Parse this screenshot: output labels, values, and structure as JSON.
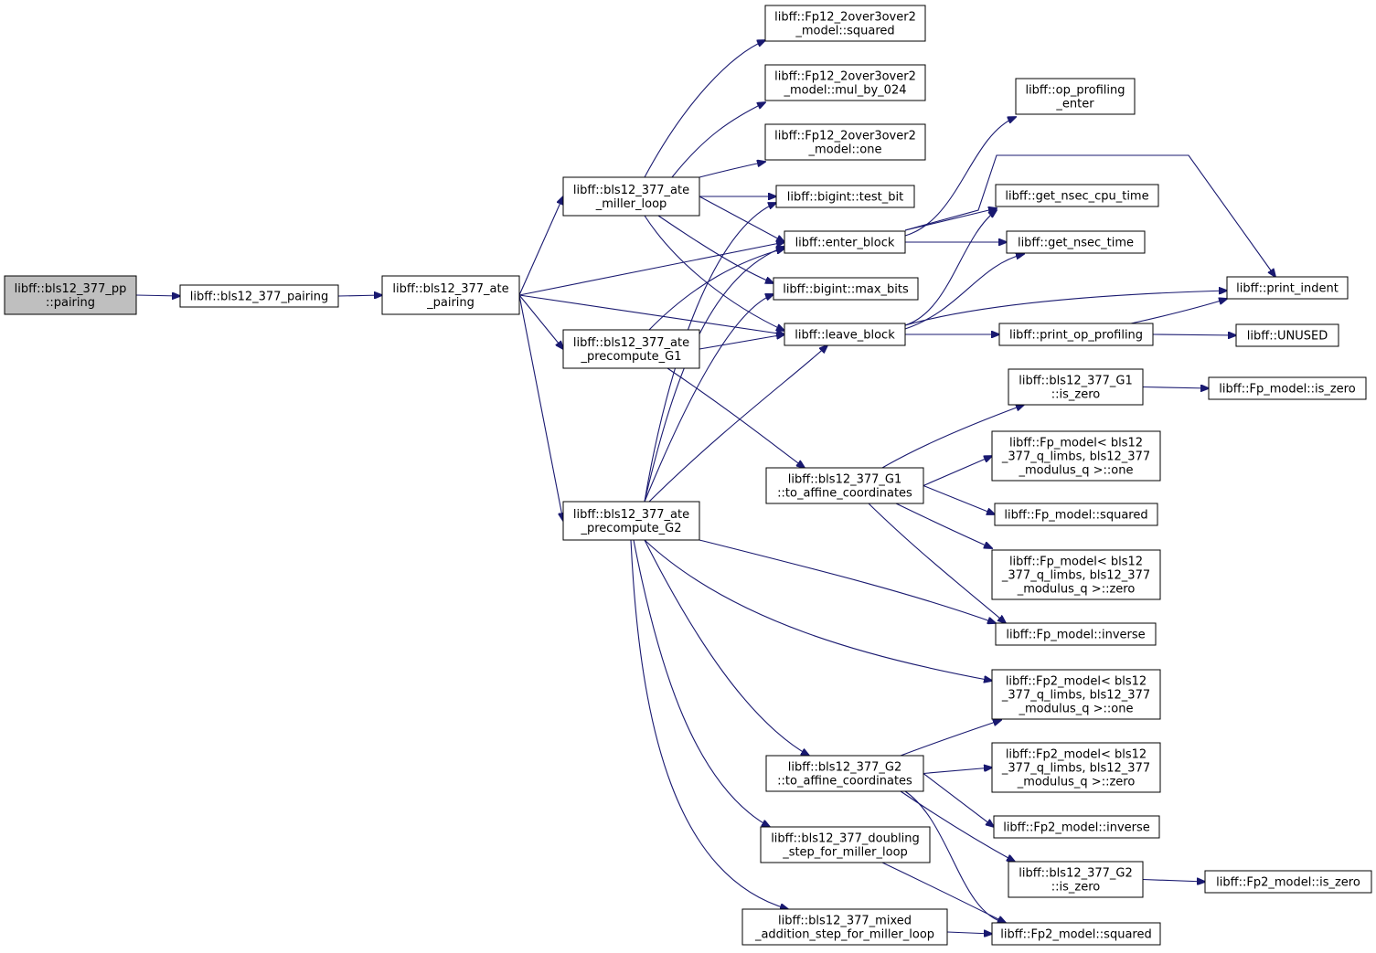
{
  "graph": {
    "nodes": [
      {
        "id": "pairing_pp",
        "lines": [
          "libff::bls12_377_pp",
          "::pairing"
        ],
        "root": true
      },
      {
        "id": "pairing",
        "lines": [
          "libff::bls12_377_pairing"
        ]
      },
      {
        "id": "ate_pairing",
        "lines": [
          "libff::bls12_377_ate",
          "_pairing"
        ]
      },
      {
        "id": "miller_loop",
        "lines": [
          "libff::bls12_377_ate",
          "_miller_loop"
        ]
      },
      {
        "id": "precompute_g1",
        "lines": [
          "libff::bls12_377_ate",
          "_precompute_G1"
        ]
      },
      {
        "id": "precompute_g2",
        "lines": [
          "libff::bls12_377_ate",
          "_precompute_G2"
        ]
      },
      {
        "id": "fp12_squared",
        "lines": [
          "libff::Fp12_2over3over2",
          "_model::squared"
        ]
      },
      {
        "id": "fp12_mul_by_024",
        "lines": [
          "libff::Fp12_2over3over2",
          "_model::mul_by_024"
        ]
      },
      {
        "id": "fp12_one",
        "lines": [
          "libff::Fp12_2over3over2",
          "_model::one"
        ]
      },
      {
        "id": "test_bit",
        "lines": [
          "libff::bigint::test_bit"
        ]
      },
      {
        "id": "enter_block",
        "lines": [
          "libff::enter_block"
        ]
      },
      {
        "id": "max_bits",
        "lines": [
          "libff::bigint::max_bits"
        ]
      },
      {
        "id": "leave_block",
        "lines": [
          "libff::leave_block"
        ]
      },
      {
        "id": "g1_to_affine",
        "lines": [
          "libff::bls12_377_G1",
          "::to_affine_coordinates"
        ]
      },
      {
        "id": "g2_to_affine",
        "lines": [
          "libff::bls12_377_G2",
          "::to_affine_coordinates"
        ]
      },
      {
        "id": "doubling_step",
        "lines": [
          "libff::bls12_377_doubling",
          "_step_for_miller_loop"
        ]
      },
      {
        "id": "mixed_addition",
        "lines": [
          "libff::bls12_377_mixed",
          "_addition_step_for_miller_loop"
        ]
      },
      {
        "id": "op_profiling_enter",
        "lines": [
          "libff::op_profiling",
          "_enter"
        ]
      },
      {
        "id": "nsec_cpu_time",
        "lines": [
          "libff::get_nsec_cpu_time"
        ]
      },
      {
        "id": "nsec_time",
        "lines": [
          "libff::get_nsec_time"
        ]
      },
      {
        "id": "print_indent",
        "lines": [
          "libff::print_indent"
        ]
      },
      {
        "id": "print_op_profiling",
        "lines": [
          "libff::print_op_profiling"
        ]
      },
      {
        "id": "unused",
        "lines": [
          "libff::UNUSED"
        ]
      },
      {
        "id": "g1_is_zero",
        "lines": [
          "libff::bls12_377_G1",
          "::is_zero"
        ]
      },
      {
        "id": "fp_is_zero",
        "lines": [
          "libff::Fp_model::is_zero"
        ]
      },
      {
        "id": "fp_model_one",
        "lines": [
          "libff::Fp_model< bls12",
          "_377_q_limbs, bls12_377",
          "_modulus_q >::one"
        ]
      },
      {
        "id": "fp_squared",
        "lines": [
          "libff::Fp_model::squared"
        ]
      },
      {
        "id": "fp_model_zero",
        "lines": [
          "libff::Fp_model< bls12",
          "_377_q_limbs, bls12_377",
          "_modulus_q >::zero"
        ]
      },
      {
        "id": "fp_inverse",
        "lines": [
          "libff::Fp_model::inverse"
        ]
      },
      {
        "id": "fp2_model_one",
        "lines": [
          "libff::Fp2_model< bls12",
          "_377_q_limbs, bls12_377",
          "_modulus_q >::one"
        ]
      },
      {
        "id": "fp2_model_zero",
        "lines": [
          "libff::Fp2_model< bls12",
          "_377_q_limbs, bls12_377",
          "_modulus_q >::zero"
        ]
      },
      {
        "id": "fp2_inverse",
        "lines": [
          "libff::Fp2_model::inverse"
        ]
      },
      {
        "id": "g2_is_zero",
        "lines": [
          "libff::bls12_377_G2",
          "::is_zero"
        ]
      },
      {
        "id": "fp2_is_zero",
        "lines": [
          "libff::Fp2_model::is_zero"
        ]
      },
      {
        "id": "fp2_squared",
        "lines": [
          "libff::Fp2_model::squared"
        ]
      }
    ],
    "edges": [
      [
        "pairing_pp",
        "pairing"
      ],
      [
        "pairing",
        "ate_pairing"
      ],
      [
        "ate_pairing",
        "miller_loop"
      ],
      [
        "ate_pairing",
        "enter_block"
      ],
      [
        "ate_pairing",
        "leave_block"
      ],
      [
        "ate_pairing",
        "precompute_g1"
      ],
      [
        "ate_pairing",
        "precompute_g2"
      ],
      [
        "miller_loop",
        "fp12_squared"
      ],
      [
        "miller_loop",
        "fp12_mul_by_024"
      ],
      [
        "miller_loop",
        "fp12_one"
      ],
      [
        "miller_loop",
        "test_bit"
      ],
      [
        "miller_loop",
        "enter_block"
      ],
      [
        "miller_loop",
        "max_bits"
      ],
      [
        "miller_loop",
        "leave_block"
      ],
      [
        "precompute_g1",
        "enter_block"
      ],
      [
        "precompute_g1",
        "leave_block"
      ],
      [
        "precompute_g1",
        "g1_to_affine"
      ],
      [
        "precompute_g2",
        "test_bit"
      ],
      [
        "precompute_g2",
        "enter_block"
      ],
      [
        "precompute_g2",
        "max_bits"
      ],
      [
        "precompute_g2",
        "leave_block"
      ],
      [
        "precompute_g2",
        "fp_inverse"
      ],
      [
        "precompute_g2",
        "fp2_model_one"
      ],
      [
        "precompute_g2",
        "g2_to_affine"
      ],
      [
        "precompute_g2",
        "doubling_step"
      ],
      [
        "precompute_g2",
        "mixed_addition"
      ],
      [
        "enter_block",
        "op_profiling_enter"
      ],
      [
        "enter_block",
        "nsec_cpu_time"
      ],
      [
        "enter_block",
        "nsec_time"
      ],
      [
        "enter_block",
        "print_indent"
      ],
      [
        "leave_block",
        "nsec_cpu_time"
      ],
      [
        "leave_block",
        "nsec_time"
      ],
      [
        "leave_block",
        "print_indent"
      ],
      [
        "leave_block",
        "print_op_profiling"
      ],
      [
        "print_op_profiling",
        "print_indent"
      ],
      [
        "print_op_profiling",
        "unused"
      ],
      [
        "g1_to_affine",
        "g1_is_zero"
      ],
      [
        "g1_to_affine",
        "fp_model_one"
      ],
      [
        "g1_to_affine",
        "fp_squared"
      ],
      [
        "g1_to_affine",
        "fp_model_zero"
      ],
      [
        "g1_to_affine",
        "fp_inverse"
      ],
      [
        "g1_is_zero",
        "fp_is_zero"
      ],
      [
        "g2_to_affine",
        "fp2_model_one"
      ],
      [
        "g2_to_affine",
        "fp2_model_zero"
      ],
      [
        "g2_to_affine",
        "fp2_inverse"
      ],
      [
        "g2_to_affine",
        "g2_is_zero"
      ],
      [
        "g2_to_affine",
        "fp2_squared"
      ],
      [
        "g2_is_zero",
        "fp2_is_zero"
      ],
      [
        "doubling_step",
        "fp2_squared"
      ],
      [
        "mixed_addition",
        "fp2_squared"
      ]
    ]
  }
}
